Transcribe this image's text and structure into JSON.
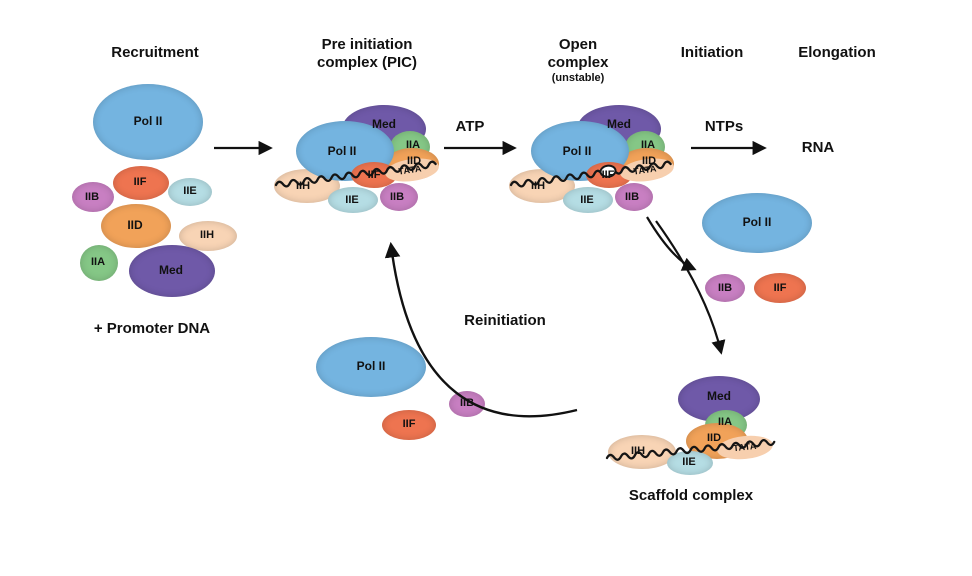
{
  "stages": {
    "recruitment": "Recruitment",
    "pic_line1": "Pre initiation",
    "pic_line2": "complex (PIC)",
    "open_line1": "Open",
    "open_line2": "complex",
    "open_subtitle": "(unstable)",
    "initiation": "Initiation",
    "elongation": "Elongation"
  },
  "factors": {
    "pol2": "Pol II",
    "med": "Med",
    "iia": "IIA",
    "iib": "IIB",
    "iid": "IID",
    "iie": "IIE",
    "iif": "IIF",
    "iih": "IIH"
  },
  "annotations": {
    "atp": "ATP",
    "ntps": "NTPs",
    "rna": "RNA",
    "promoter_dna": "+ Promoter DNA",
    "reinitiation": "Reinitiation",
    "scaffold": "Scaffold complex",
    "tata": "TATA"
  },
  "colors": {
    "pol2_blue": "#74b4e0",
    "med_purple": "#6f59a8",
    "iia_green": "#85c786",
    "iib_magenta": "#c87fc2",
    "iid_orange": "#f1a259",
    "iie_cyan": "#b5dde4",
    "iif_red_orange": "#ee7450",
    "iih_peach": "#f8d4b5",
    "dna_black": "#151515"
  }
}
